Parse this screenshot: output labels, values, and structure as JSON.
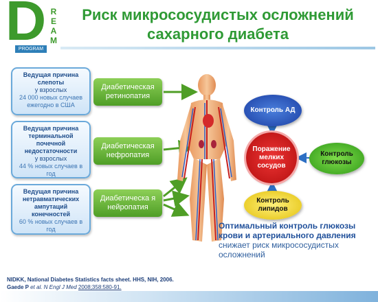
{
  "logo": {
    "letter": "D",
    "side": "R\nE\nA\nM",
    "program": "PROGRAM"
  },
  "title": {
    "line1": "Риск микрососудистых осложнений",
    "line2": "сахарного диабета"
  },
  "causes": [
    {
      "bold": "Ведущая причина слепоты",
      "rest": "у взрослых",
      "num": "24 000 новых случаев ежегодно в США"
    },
    {
      "bold": "Ведущая причина терминальной почечной недостаточности",
      "rest": "у взрослых",
      "num": "44 % новых случаев в год"
    },
    {
      "bold": "Ведущая причина нетравматических ампутаций конечностей",
      "rest": "",
      "num": "60 % новых случаев в год"
    }
  ],
  "complications": [
    "Диабетическая ретинопатия",
    "Диабетическая нефропатия",
    "Диабетическа я нейропатия"
  ],
  "control": {
    "bp": "Контроль АД",
    "glucose": "Контроль глюкозы",
    "lipids": "Контроль липидов",
    "center": "Поражение мелких сосудов"
  },
  "summary": {
    "bold": "Оптимальный контроль глюкозы крови и артериального давления",
    "rest": "снижает риск микрососудистых осложнений"
  },
  "footer": {
    "ref1": "NIDKK, National Diabetes Statistics facts sheet. HHS, NIH, 2006.",
    "ref2_author": "Gaede P ",
    "ref2_italic": "et al. N Engl J Med ",
    "ref2_rest": "2008;358:580-91."
  },
  "colors": {
    "title": "#2f9a35",
    "complication": "#5aa82e",
    "cause_border": "#6aa9da",
    "bp": "#1c3fa4",
    "glucose": "#2f9a18",
    "lipids": "#e3c10d",
    "center": "#c81818"
  }
}
